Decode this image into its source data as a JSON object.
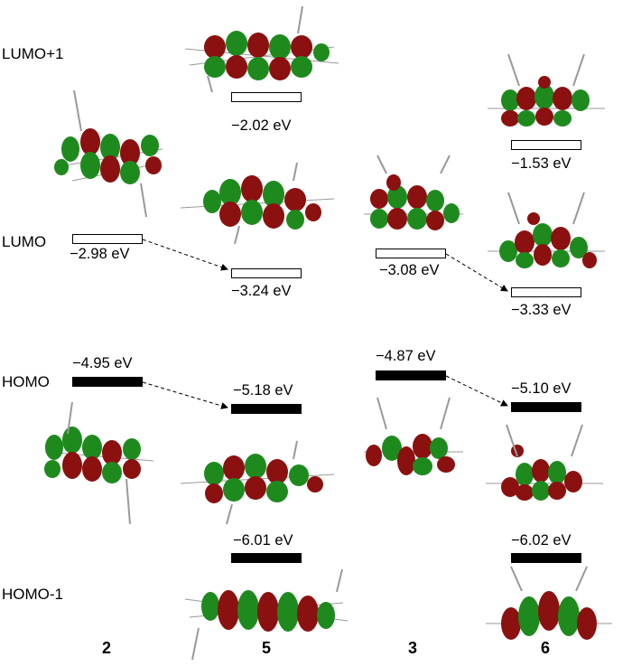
{
  "row_labels": {
    "lumo1": "LUMO+1",
    "lumo": "LUMO",
    "homo": "HOMO",
    "homo1": "HOMO-1"
  },
  "compounds": [
    "2",
    "5",
    "3",
    "6"
  ],
  "energies": {
    "c2_lumo": "−2.98 eV",
    "c2_homo": "−4.95 eV",
    "c5_lumo1": "−2.02 eV",
    "c5_lumo": "−3.24 eV",
    "c5_homo": "−5.18 eV",
    "c5_homo1": "−6.01 eV",
    "c3_lumo": "−3.08 eV",
    "c3_homo": "−4.87 eV",
    "c6_lumo1": "−1.53 eV",
    "c6_lumo": "−3.33 eV",
    "c6_homo": "−5.10 eV",
    "c6_homo1": "−6.02 eV"
  },
  "colors": {
    "lobe_red": "#8b1010",
    "lobe_green": "#1e8a1e",
    "frame": "#999999"
  }
}
